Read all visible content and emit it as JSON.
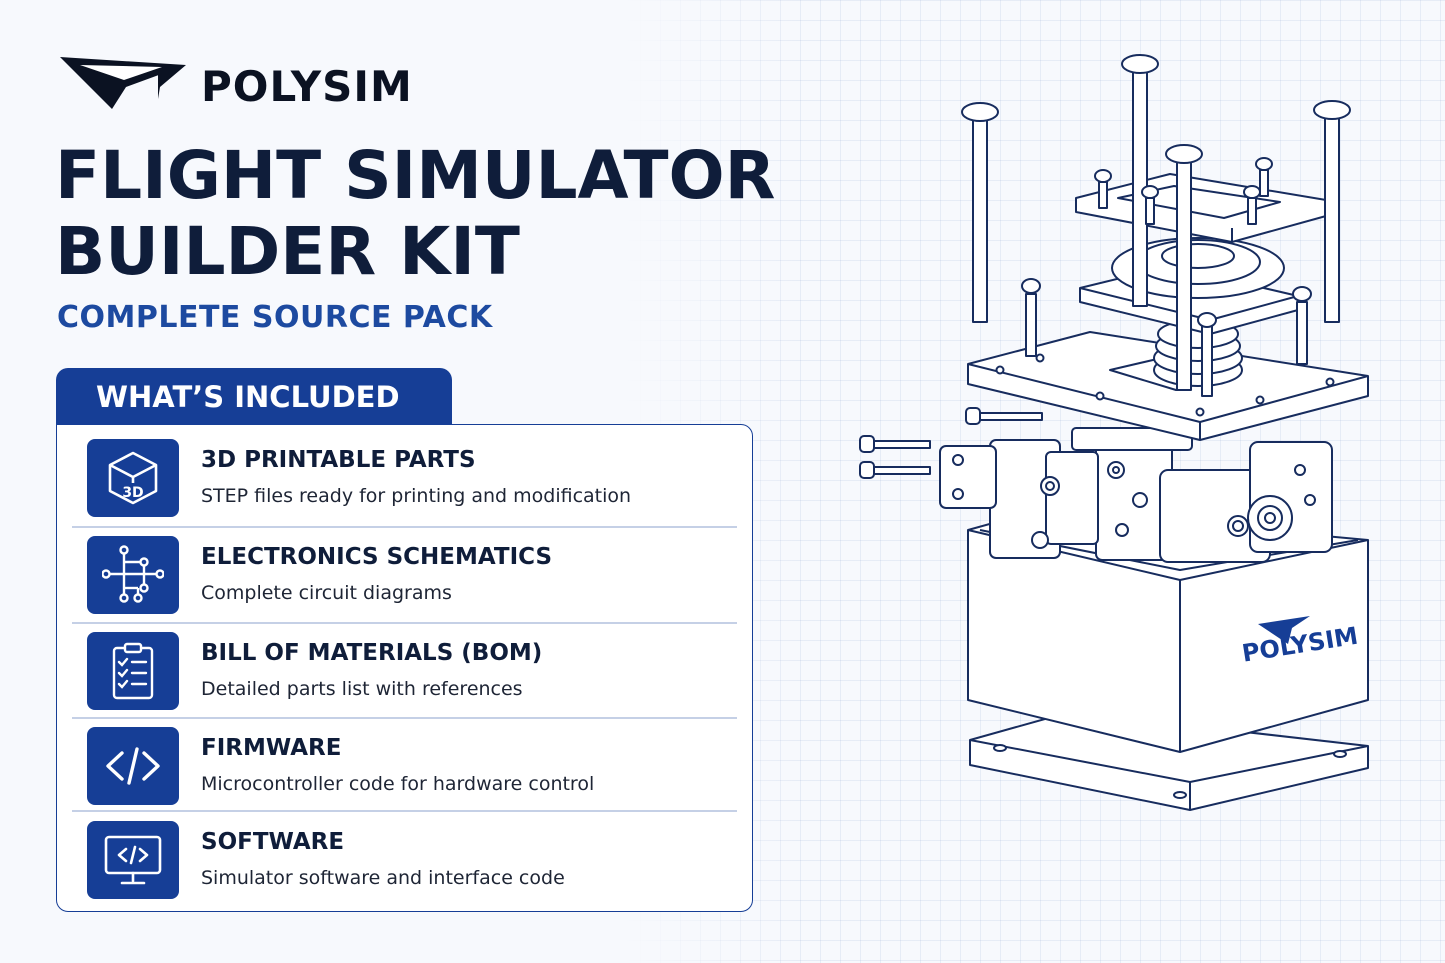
{
  "brand": {
    "name": "POLYSIM",
    "logo_icon": "paper-plane-icon"
  },
  "title_line1": "FLIGHT SIMULATOR",
  "title_line2": "BUILDER KIT",
  "subtitle": "COMPLETE SOURCE PACK",
  "included": {
    "heading": "WHAT’S INCLUDED",
    "items": [
      {
        "title": "3D PRINTABLE PARTS",
        "desc": "STEP files ready for printing and modification",
        "icon": "3d-cube-icon",
        "icon_text": "3D"
      },
      {
        "title": "ELECTRONICS SCHEMATICS",
        "desc": "Complete circuit diagrams",
        "icon": "circuit-icon"
      },
      {
        "title": "BILL OF MATERIALS (BOM)",
        "desc": "Detailed parts list with references",
        "icon": "clipboard-checklist-icon"
      },
      {
        "title": "FIRMWARE",
        "desc": "Microcontroller code for hardware control",
        "icon": "code-brackets-icon"
      },
      {
        "title": "SOFTWARE",
        "desc": "Simulator software and interface code",
        "icon": "monitor-code-icon"
      }
    ]
  },
  "illustration": {
    "subject": "exploded-view-joystick-gimbal",
    "brand_label": "POLYSIM"
  },
  "colors": {
    "navy": "#0f1d3a",
    "accent_blue": "#163e96",
    "subtitle_blue": "#1d4aa0",
    "background": "#f7f9fd"
  }
}
